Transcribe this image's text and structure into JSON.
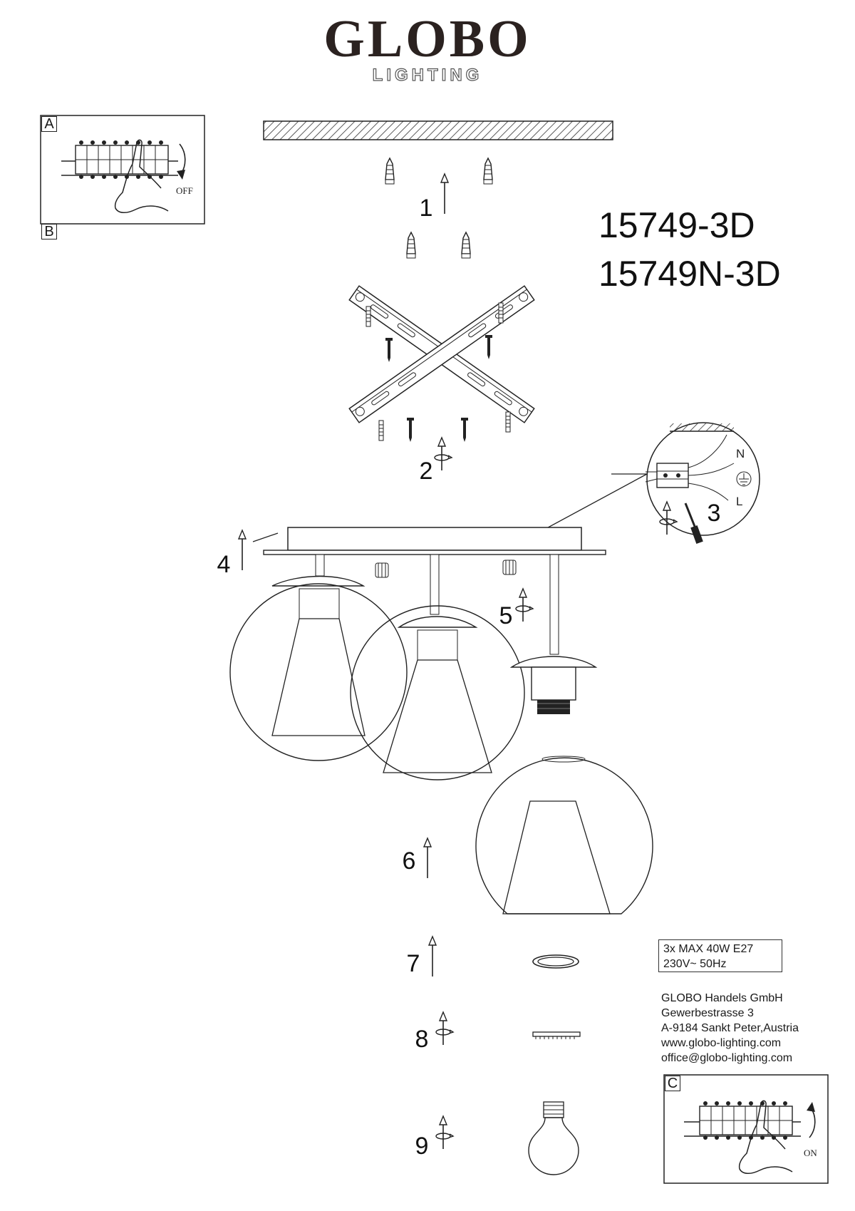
{
  "brand": {
    "name": "GLOBO",
    "sub": "LIGHTING"
  },
  "models": [
    "15749-3D",
    "15749N-3D"
  ],
  "panels": {
    "a": {
      "letter": "A",
      "state": "OFF"
    },
    "b": {
      "letter": "B"
    },
    "c": {
      "letter": "C",
      "state": "ON"
    }
  },
  "steps": [
    "1",
    "2",
    "3",
    "4",
    "5",
    "6",
    "7",
    "8",
    "9"
  ],
  "wiring": {
    "n": "N",
    "l": "L",
    "earth_icon": "earth-ground-icon"
  },
  "spec": {
    "line1": "3x MAX 40W E27",
    "line2": "230V~ 50Hz"
  },
  "address": {
    "company": "GLOBO Handels GmbH",
    "street": "Gewerbestrasse  3",
    "city": "A-9184 Sankt Peter,Austria",
    "web": "www.globo-lighting.com",
    "email": "office@globo-lighting.com"
  },
  "colors": {
    "ink": "#1a1a1a",
    "brand": "#2b2220"
  }
}
